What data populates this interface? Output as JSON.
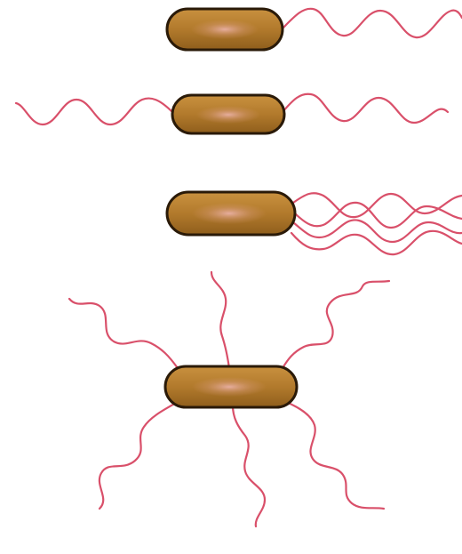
{
  "colors": {
    "background": "#ffffff",
    "cell_fill_light": "#d8a35a",
    "cell_fill_mid": "#b8802f",
    "cell_fill_dark": "#9a6620",
    "cell_outline": "#2a1a08",
    "cell_highlight": "#e7a9a0",
    "flagellum": "#d9506a"
  },
  "panels": [
    {
      "arrangement": "monotrichous",
      "flagella_count": 1
    },
    {
      "arrangement": "amphitrichous",
      "flagella_count": 2
    },
    {
      "arrangement": "lophotrichous",
      "flagella_count": 4
    },
    {
      "arrangement": "peritrichous",
      "flagella_count": 6
    }
  ]
}
